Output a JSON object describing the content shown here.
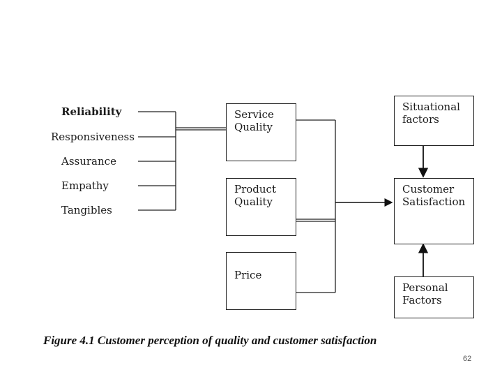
{
  "dimensions": [
    "Reliability",
    "Responsiveness",
    "Assurance",
    "Empathy",
    "Tangibles"
  ],
  "boxes": {
    "service_quality": [
      "Service",
      "Quality"
    ],
    "product_quality": [
      "Product",
      "Quality"
    ],
    "price": [
      "Price"
    ],
    "situational_factors": [
      "Situational",
      "factors"
    ],
    "customer_satisfaction": [
      "Customer",
      "Satisfaction"
    ],
    "personal_factors": [
      "Personal",
      "Factors"
    ]
  },
  "caption": "Figure 4.1 Customer perception  of quality and customer satisfaction",
  "page_number": "62"
}
